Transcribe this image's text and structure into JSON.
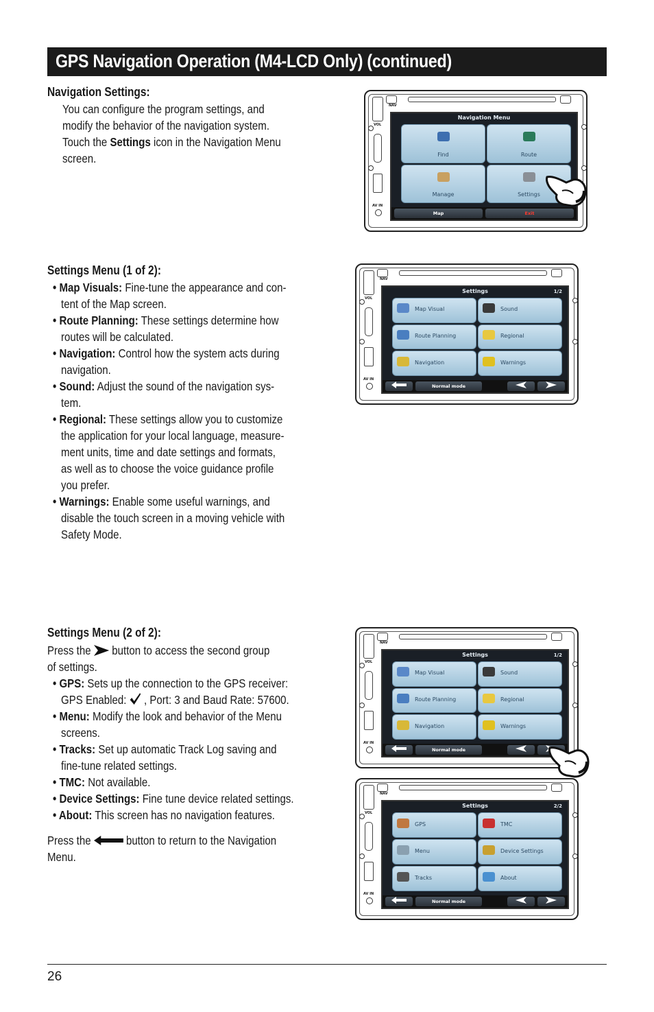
{
  "header": {
    "title": "GPS Navigation Operation (M4-LCD Only) (continued)"
  },
  "nav_settings": {
    "heading": "Navigation Settings:",
    "lines": [
      "You can configure the program settings, and",
      "modify the behavior of the navigation system.",
      "Touch the ",
      "Settings",
      " icon in the Navigation Menu",
      "screen."
    ]
  },
  "settings1": {
    "heading": "Settings Menu (1 of 2):",
    "items": [
      {
        "term": "• Map Visuals:",
        "text": " Fine-tune the appearance and con-",
        "cont": [
          "tent of the Map screen."
        ]
      },
      {
        "term": "• Route Planning:",
        "text": " These settings determine how",
        "cont": [
          "routes will be calculated."
        ]
      },
      {
        "term": "• Navigation:",
        "text": " Control how the system acts during",
        "cont": [
          "navigation."
        ]
      },
      {
        "term": "• Sound:",
        "text": " Adjust the sound of the navigation sys-",
        "cont": [
          "tem."
        ]
      },
      {
        "term": "• Regional:",
        "text": " These settings allow you to customize",
        "cont": [
          "the application for your local language, measure-",
          "ment units, time and date settings and formats,",
          "as well as to choose the voice guidance profile",
          "you prefer."
        ]
      },
      {
        "term": "• Warnings:",
        "text": " Enable some useful warnings, and",
        "cont": [
          "disable the touch screen in a moving vehicle with",
          "Safety Mode."
        ]
      }
    ]
  },
  "settings2": {
    "heading": "Settings Menu (2 of 2):",
    "intro_a": "Press the ",
    "intro_b": " button to access the second group",
    "intro_c": "of settings.",
    "gps_term": "• GPS:",
    "gps_text": " Sets up the connection to the GPS receiver:",
    "gps_line2a": "GPS Enabled: ",
    "gps_line2b": " , Port: 3 and Baud Rate: 57600.",
    "items": [
      {
        "term": "• Menu:",
        "text": " Modify the look and behavior of the Menu",
        "cont": [
          "screens."
        ]
      },
      {
        "term": "• Tracks:",
        "text": " Set up automatic Track Log saving and",
        "cont": [
          "fine-tune related settings."
        ]
      },
      {
        "term": "• TMC:",
        "text": " Not available.",
        "cont": []
      },
      {
        "term": "• Device Settings:",
        "text": " Fine tune device related settings.",
        "cont": []
      },
      {
        "term": "• About:",
        "text": " This screen has no navigation features.",
        "cont": []
      }
    ],
    "outro_a": "Press the ",
    "outro_b": " button to return to the Navigation",
    "outro_c": "Menu."
  },
  "screens": {
    "nav_menu": {
      "title": "Navigation Menu",
      "tiles": [
        "Find",
        "Route",
        "Manage",
        "Settings"
      ],
      "bottom_left": "Map",
      "bottom_right": "Exit"
    },
    "settings_1": {
      "title": "Settings",
      "page": "1/2",
      "tiles": [
        "Map Visual",
        "Sound",
        "Route Planning",
        "Regional",
        "Navigation",
        "Warnings"
      ],
      "mode": "Normal mode"
    },
    "settings_1b": {
      "title": "Settings",
      "page": "1/2",
      "tiles": [
        "Map Visual",
        "Sound",
        "Route Planning",
        "Regional",
        "Navigation",
        "Warnings"
      ],
      "mode": "Normal mode"
    },
    "settings_2": {
      "title": "Settings",
      "page": "2/2",
      "tiles": [
        "GPS",
        "TMC",
        "Menu",
        "Device Settings",
        "Tracks",
        "About"
      ],
      "mode": "Normal mode"
    },
    "device_labels": {
      "nav": "NAV",
      "vol": "VOL",
      "avin": "AV IN"
    }
  },
  "footer": {
    "page_number": "26"
  },
  "colors": {
    "title_bar": "#1b1b1b",
    "exit_red": "#ff3b2f",
    "tile": "#b8d4e6"
  }
}
